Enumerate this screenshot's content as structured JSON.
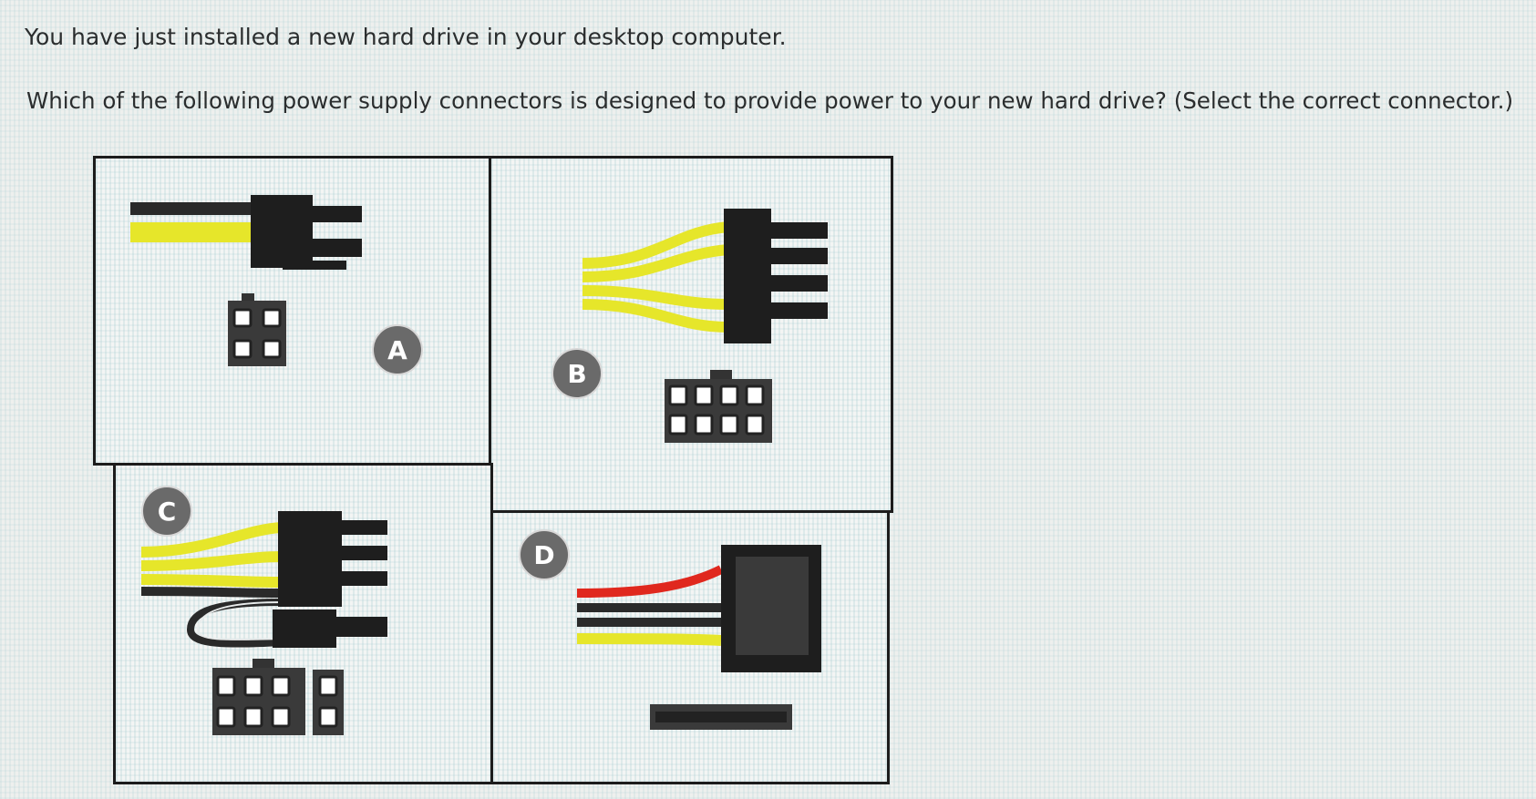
{
  "question": {
    "line1": "You have just installed a new hard drive in your desktop computer.",
    "line2": "Which of the following power supply connectors is designed to provide power to your new hard drive? (Select the correct connector.)"
  },
  "options": [
    {
      "id": "a",
      "label": "A",
      "connector_icon": "4-pin-connector-icon"
    },
    {
      "id": "b",
      "label": "B",
      "connector_icon": "molex-connector-icon"
    },
    {
      "id": "c",
      "label": "C",
      "connector_icon": "6-plus-2-pin-connector-icon"
    },
    {
      "id": "d",
      "label": "D",
      "connector_icon": "sata-power-connector-icon"
    }
  ],
  "colors": {
    "wire_yellow": "#e6e62a",
    "wire_black": "#2a2a2a",
    "wire_red": "#e0281e",
    "connector": "#1e1e1e",
    "badge": "#6a6a6a"
  }
}
